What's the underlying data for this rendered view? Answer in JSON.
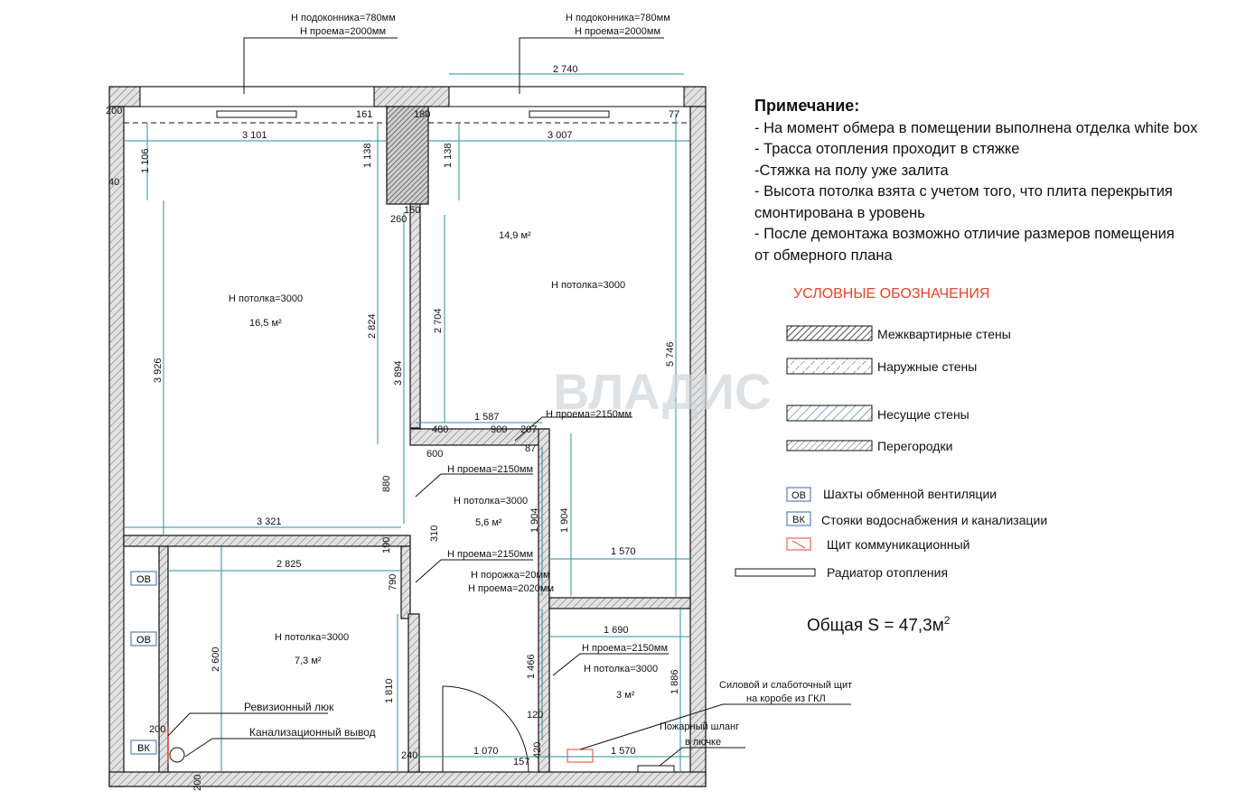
{
  "top_callouts": [
    {
      "sill": "Н подоконника=780мм",
      "opening": "Н проема=2000мм"
    },
    {
      "sill": "Н подоконника=780мм",
      "opening": "Н проема=2000мм"
    }
  ],
  "rooms": [
    {
      "ceiling": "Н потолка=3000",
      "area": "16,5 м²"
    },
    {
      "ceiling": "Н потолка=3000",
      "area": "14,9 м²"
    },
    {
      "ceiling": "Н потолка=3000",
      "area": "5,6 м²"
    },
    {
      "ceiling": "Н потолка=3000",
      "area": "7,3 м²"
    },
    {
      "ceiling": "Н потолка=3000",
      "area": "3 м²"
    }
  ],
  "dimensions": [
    "2 740",
    "200",
    "161",
    "180",
    "77",
    "3 101",
    "3 007",
    "1 106",
    "1 138",
    "1 138",
    "40",
    "260",
    "150",
    "3 926",
    "2 824",
    "3 894",
    "2 704",
    "5 746",
    "480",
    "1 587",
    "900",
    "207",
    "87",
    "600",
    "880",
    "3 321",
    "310",
    "190",
    "1 904",
    "1 904",
    "2 825",
    "1 570",
    "790",
    "2 600",
    "1 810",
    "1 690",
    "1 466",
    "1 886",
    "120",
    "420",
    "200",
    "200",
    "240",
    "1 070",
    "157",
    "1 570"
  ],
  "opening_notes": [
    "Н проема=2150мм",
    "Н проема=2150мм",
    "Н проема=2150мм",
    "Н порожка=20мм",
    "Н проема=2020мм",
    "Н проема=2150мм"
  ],
  "plan_labels": {
    "revision_hatch": "Ревизионный люк",
    "sewer_outlet": "Канализационный вывод",
    "power_panel_1": "Силовой и слаботочный щит",
    "power_panel_2": "на коробе из ГКЛ",
    "fire_hose_1": "Пожарный шланг",
    "fire_hose_2": "в лючке"
  },
  "tags": {
    "ventilation": "ОВ",
    "water_riser": "ВК"
  },
  "watermark": "ВЛАДИС",
  "note": {
    "title": "Примечание:",
    "lines": [
      "- На момент обмера в помещении  выполнена отделка white box",
      "- Трасса отопления проходит в стяжке",
      "-Стяжка на полу уже залита",
      "- Высота потолка взята с учетом того, что плита перекрытия",
      "смонтирована в уровень",
      "- После демонтажа возможно отличие размеров помещения",
      "от обмерного плана"
    ]
  },
  "legend": {
    "title": "УСЛОВНЫЕ ОБОЗНАЧЕНИЯ",
    "items": [
      {
        "label": "Межквартирные стены",
        "symbol": "interapartment-wall-hatch"
      },
      {
        "label": "Наружные стены",
        "symbol": "external-wall-hatch"
      },
      {
        "label": "Несущие стены",
        "symbol": "bearing-wall-hatch"
      },
      {
        "label": "Перегородки",
        "symbol": "partition-hatch"
      },
      {
        "label": "Шахты обменной вентиляции",
        "symbol": "ОВ"
      },
      {
        "label": "Стояки водоснабжения и канализации",
        "symbol": "ВК"
      },
      {
        "label": "Щит коммуникационный",
        "symbol": "panel-icon"
      },
      {
        "label": "Радиатор отопления",
        "symbol": "radiator-icon"
      }
    ]
  },
  "total_area": {
    "label": "Общая S = 47,3м",
    "sup": "2"
  },
  "colors": {
    "dimension": "#2b8fa0",
    "legend_title": "#e8442a",
    "wall_fill": "#d3d3d3",
    "tag_border": "#3a6aa0",
    "line": "#111111"
  }
}
